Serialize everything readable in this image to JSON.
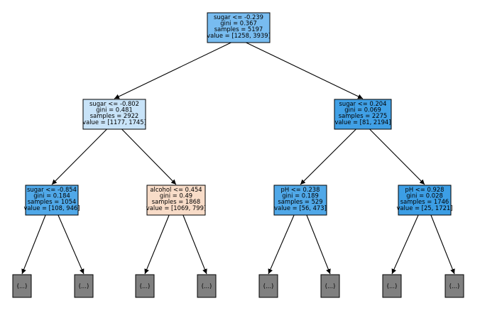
{
  "tree": {
    "nodes": [
      {
        "id": "root",
        "lines": [
          "sugar <= -0.239",
          "gini = 0.367",
          "samples = 5197",
          "value = [1258, 3939]"
        ],
        "fill": "#78bcf0"
      },
      {
        "id": "n1",
        "lines": [
          "sugar <= -0.802",
          "gini = 0.481",
          "samples = 2922",
          "value = [1177, 1745]"
        ],
        "fill": "#c8e3f8"
      },
      {
        "id": "n2",
        "lines": [
          "sugar <= 0.204",
          "gini = 0.069",
          "samples = 2275",
          "value = [81, 2194]"
        ],
        "fill": "#40a0e6"
      },
      {
        "id": "n3",
        "lines": [
          "sugar <= -0.854",
          "gini = 0.184",
          "samples = 1054",
          "value = [108, 946]"
        ],
        "fill": "#50a8e8"
      },
      {
        "id": "n4",
        "lines": [
          "alcohol <= 0.454",
          "gini = 0.49",
          "samples = 1868",
          "value = [1069, 799]"
        ],
        "fill": "#f8dcc8"
      },
      {
        "id": "n5",
        "lines": [
          "pH <= 0.238",
          "gini = 0.189",
          "samples = 529",
          "value = [56, 473]"
        ],
        "fill": "#50a8e8"
      },
      {
        "id": "n6",
        "lines": [
          "pH <= 0.928",
          "gini = 0.028",
          "samples = 1746",
          "value = [25, 1721]"
        ],
        "fill": "#3c9ee5"
      }
    ],
    "leaf_label": "(...)",
    "leaf_fill": "#808080",
    "leaf_count": 8,
    "edges": [
      [
        "root",
        "n1"
      ],
      [
        "root",
        "n2"
      ],
      [
        "n1",
        "n3"
      ],
      [
        "n1",
        "n4"
      ],
      [
        "n2",
        "n5"
      ],
      [
        "n2",
        "n6"
      ],
      [
        "n3",
        "leaf0"
      ],
      [
        "n3",
        "leaf1"
      ],
      [
        "n4",
        "leaf2"
      ],
      [
        "n4",
        "leaf3"
      ],
      [
        "n5",
        "leaf4"
      ],
      [
        "n5",
        "leaf5"
      ],
      [
        "n6",
        "leaf6"
      ],
      [
        "n6",
        "leaf7"
      ]
    ]
  }
}
